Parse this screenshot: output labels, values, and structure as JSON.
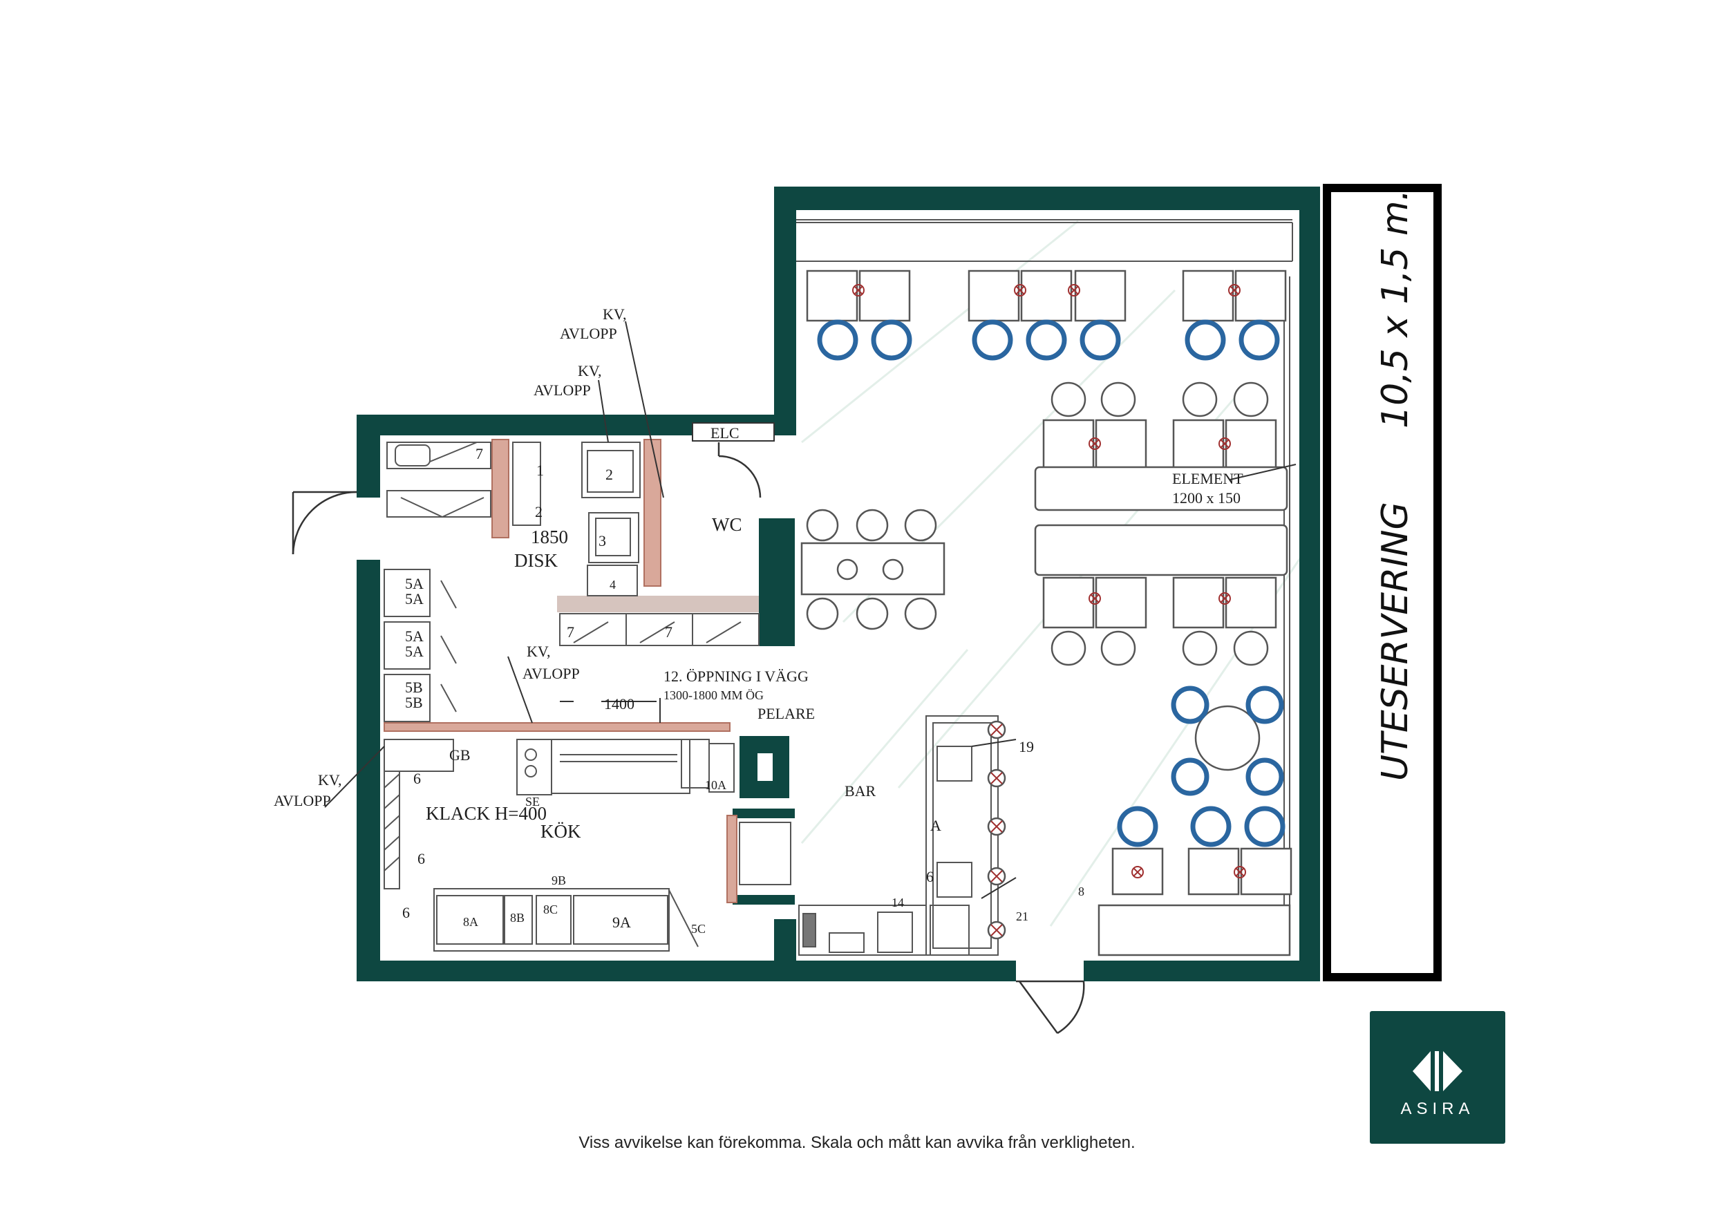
{
  "colors": {
    "wall": "#0e4741",
    "logo_bg": "#0e4741",
    "chair_blue": "#2a66a0",
    "wood": "#d9a89a"
  },
  "labels": {
    "kv1": "KV,",
    "avlopp1": "AVLOPP",
    "kv2": "KV,",
    "avlopp2": "AVLOPP",
    "kv3": "KV,",
    "avlopp3": "AVLOPP",
    "kv4": "KV,",
    "avlopp4": "AVLOPP",
    "elc": "ELC",
    "wc": "WC",
    "n1": "1",
    "n2": "2",
    "n2b": "2",
    "n3": "3",
    "n4": "4",
    "n1850": "1850",
    "disk": "DISK",
    "n7a": "7",
    "n7b": "7",
    "n7c": "7",
    "n5a1": "5A",
    "n5a2": "5A",
    "n5a3": "5A",
    "n5a4": "5A",
    "n5b1": "5B",
    "n5b2": "5B",
    "oppning": "12. ÖPPNING I VÄGG",
    "oppning_mm": "1300-1800 MM ÖG",
    "dim1400": "1400",
    "pelare": "PELARE",
    "gb": "GB",
    "n6a": "6",
    "n6b": "6",
    "n6c": "6",
    "se": "SE",
    "n10a": "10A",
    "klack": "KLACK H=400",
    "kok": "KÖK",
    "n9b": "9B",
    "n8a": "8A",
    "n8b": "8B",
    "n8c": "8C",
    "n9a": "9A",
    "n5c": "5C",
    "bar": "BAR",
    "a": "A",
    "n6": "6",
    "n14": "14",
    "n19": "19",
    "n21": "21",
    "n8": "8",
    "element": "ELEMENT",
    "element_dim": "1200 x 150",
    "uteservering": "UTESERVERING",
    "ute_dim": "10,5 x 1,5 m."
  },
  "disclaimer": "Viss avvikelse kan förekomma. Skala och mått kan avvika från verkligheten.",
  "logo": {
    "text": "ASIRA",
    "icon": "asira-logo-icon"
  }
}
